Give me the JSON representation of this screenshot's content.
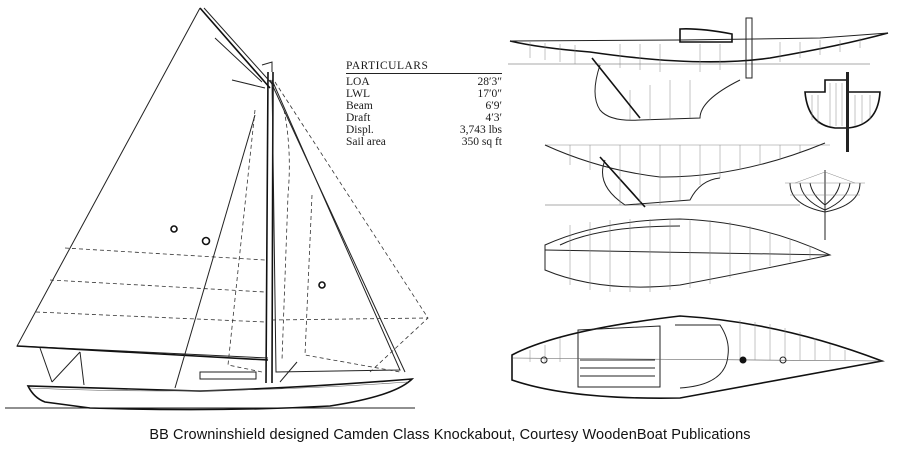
{
  "particulars": {
    "title": "PARTICULARS",
    "rows": [
      {
        "label": "LOA",
        "value": "28′3″"
      },
      {
        "label": "LWL",
        "value": "17′0″"
      },
      {
        "label": "Beam",
        "value": "6′9′"
      },
      {
        "label": "Draft",
        "value": "4′3′"
      },
      {
        "label": "Displ.",
        "value": "3,743 lbs"
      },
      {
        "label": "Sail area",
        "value": "350 sq ft"
      }
    ]
  },
  "caption": "BB Crowninshield designed Camden Class Knockabout, Courtesy WoodenBoat Publications",
  "drawings": {
    "sail_plan": "sail-plan",
    "inboard_profile": "inboard-profile",
    "midship_section": "midship-section",
    "lines_profile": "lines-profile",
    "body_plan": "body-plan",
    "half_breadth": "half-breadth-plan",
    "deck_plan": "deck-plan"
  },
  "colors": {
    "ink": "#222222",
    "paper": "#ffffff"
  }
}
